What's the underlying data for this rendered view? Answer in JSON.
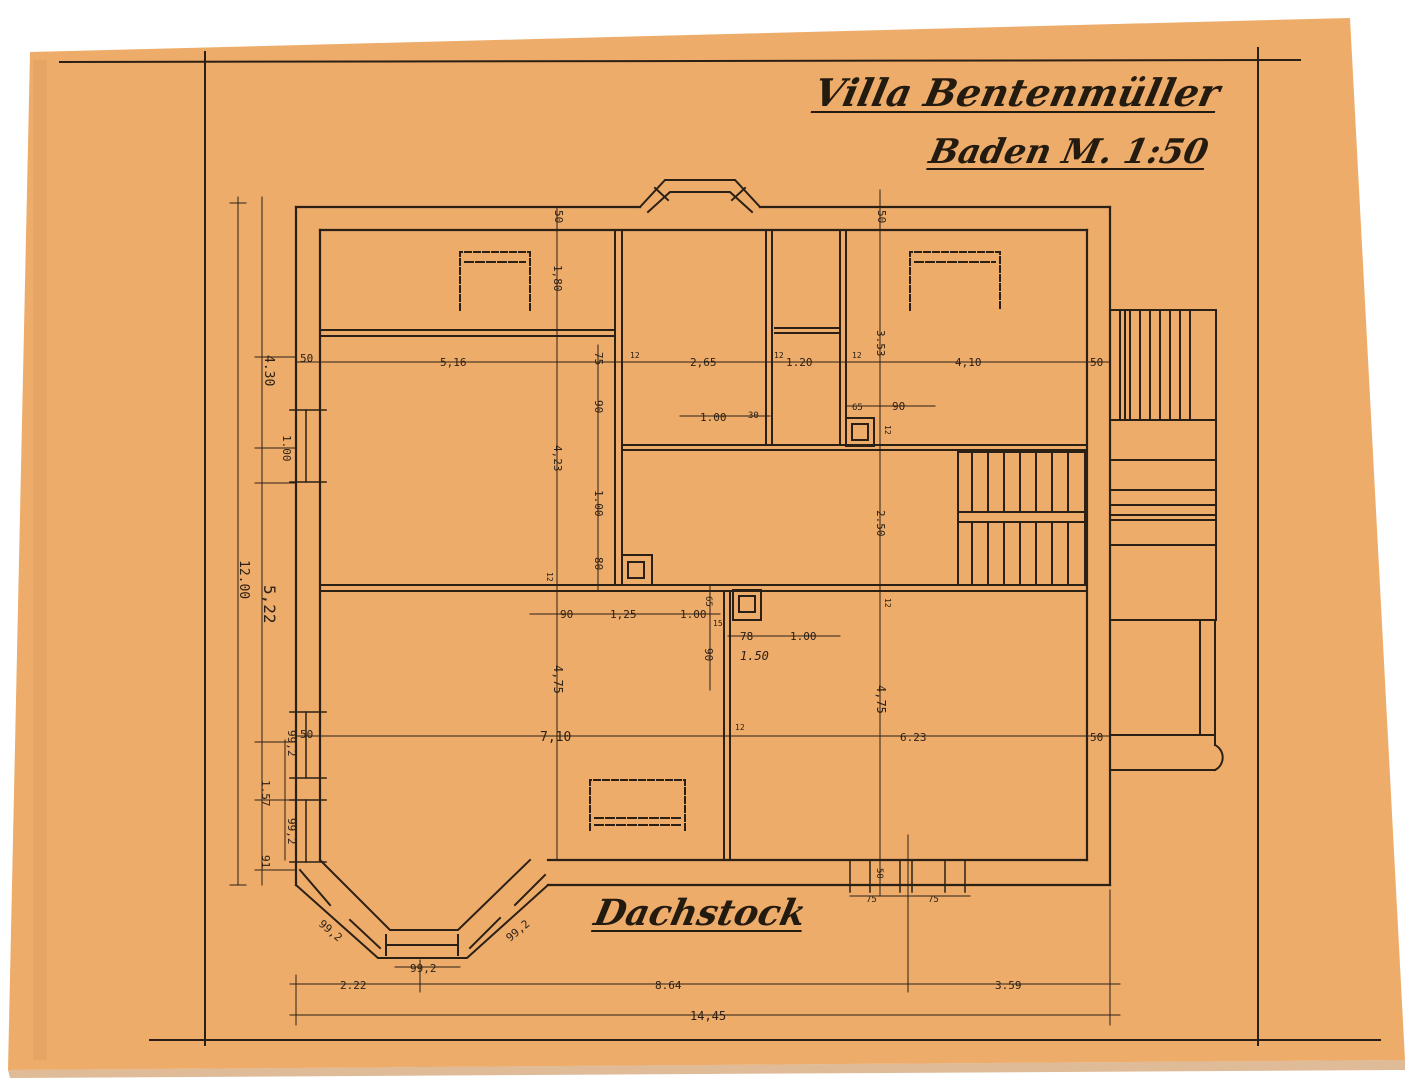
{
  "drawing": {
    "title": "Villa Bentenmüller",
    "subtitle": "Baden M. 1:50",
    "floor_label": "Dachstock"
  },
  "colors": {
    "paper": "#eeac6a",
    "ink": "#2b2016",
    "pencil": "#9b7a5e",
    "background": "#ffffff"
  },
  "dimensions": {
    "left_4_30": "4.30",
    "left_12_00": "12.00",
    "left_5_22": "5,22",
    "left_1_00": "1.00",
    "left_1_57": "1.57",
    "left_91": "91",
    "left_99_2a": "99,2",
    "left_99_2b": "99,2",
    "top_50a": "50",
    "top_50b": "50",
    "r1_50": "50",
    "r1_516": "5,16",
    "r1_265": "2,65",
    "r1_120": "1.20",
    "r1_12a": "12",
    "r1_12b": "12",
    "r1_12c": "12",
    "r1_410": "4,10",
    "r1_50b": "50",
    "v_180": "1,80",
    "v_353": "3.53",
    "v_75": "75",
    "v_90a": "90",
    "v_423": "4,23",
    "v_100a": "1.00",
    "v_80": "80",
    "v_250": "2.50",
    "v_12a": "12",
    "v_12b": "12",
    "d_100": "1.00",
    "d_30": "30",
    "d_65": "65",
    "d_90": "90",
    "m_90": "90",
    "m_125": "1,25",
    "m_100": "1.00",
    "m_65": "65",
    "m_15": "15",
    "m_78": "78",
    "m_100b": "1.00",
    "m_150": "1.50",
    "m_90b": "90",
    "v_475a": "4,75",
    "v_475b": "4,75",
    "r3_50": "50",
    "r3_710": "7,10",
    "r3_12": "12",
    "r3_623": "6.23",
    "r3_50b": "50",
    "bot_50": "50",
    "bot_75a": "75",
    "bot_75b": "75",
    "bay_99a": "99,2",
    "bay_99b": "99,2",
    "bay_99c": "99,2",
    "b_222": "2.22",
    "b_864": "8.64",
    "b_359": "3.59",
    "b_1445": "14,45",
    "v_12c": "12"
  }
}
